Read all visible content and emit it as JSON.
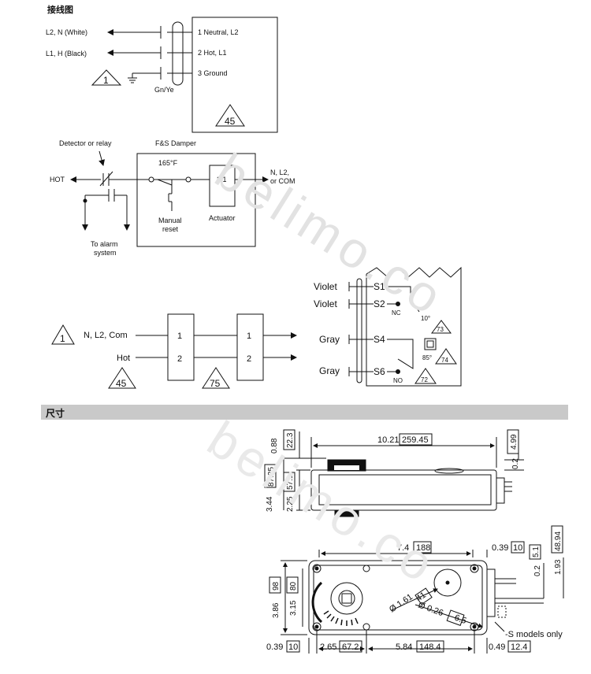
{
  "watermark": "belimo.co",
  "wiring": {
    "title": "接线图",
    "left_labels": [
      "L2, N (White)",
      "L1, H (Black)"
    ],
    "ground_label": "Gn/Ye",
    "terminals": [
      "1 Neutral, L2",
      "2 Hot, L1",
      "3 Ground"
    ],
    "warn_1": "1",
    "warn_45": "45"
  },
  "damper": {
    "detector": "Detector or relay",
    "fs": "F&S Damper",
    "temp": "165°F",
    "hot": "HOT",
    "out": [
      "N, L2,",
      "or COM"
    ],
    "terminals": "2 1",
    "manual": [
      "Manual",
      "reset"
    ],
    "actuator": "Actuator",
    "alarm": [
      "To alarm",
      "system"
    ]
  },
  "parallel": {
    "warn_1": "1",
    "nl2": "N, L2, Com",
    "hot": "Hot",
    "t1": "1",
    "t2": "2",
    "warn_45": "45",
    "warn_75": "75"
  },
  "switches": {
    "labels": [
      "Violet",
      "Violet",
      "Gray",
      "Gray"
    ],
    "ids": [
      "S1",
      "S2",
      "S4",
      "S6"
    ],
    "nc": "NC",
    "no": "NO",
    "deg10": "10°",
    "deg85": "85°",
    "w73": "73",
    "w74": "74",
    "w72": "72"
  },
  "dimensions": {
    "title": "尺寸",
    "d_0_88": "0.88",
    "d_22_3": "22.3",
    "d_10_21": "10.21",
    "d_259_45": "259.45",
    "d_4_99": "4.99",
    "d_0_2": "0.2",
    "d_87_25": "87.25",
    "d_3_44": "3.44",
    "d_57_1": "57.1",
    "d_2_25": "2.25",
    "d_7_4": "7.4",
    "d_188": "188",
    "d_0_39a": "0.39",
    "d_10a": "10",
    "d_48_94": "48.94",
    "d_1_93": "1.93",
    "d_5_1": "5.1",
    "d_0_2b": "0.2",
    "d_98": "98",
    "d_3_86": "3.86",
    "d_80": "80",
    "d_3_15": "3.15",
    "d_phi161": "Ø 1.61",
    "d_41": "41",
    "d_phi026": "Ø 0.26",
    "d_6_5": "6.5",
    "s_models": "-S models only",
    "d_0_39b": "0.39",
    "d_10b": "10",
    "d_2_65": "2.65",
    "d_67_2": "67.2",
    "d_5_84": "5.84",
    "d_148_4": "148.4",
    "d_0_49": "0.49",
    "d_12_4": "12.4"
  }
}
